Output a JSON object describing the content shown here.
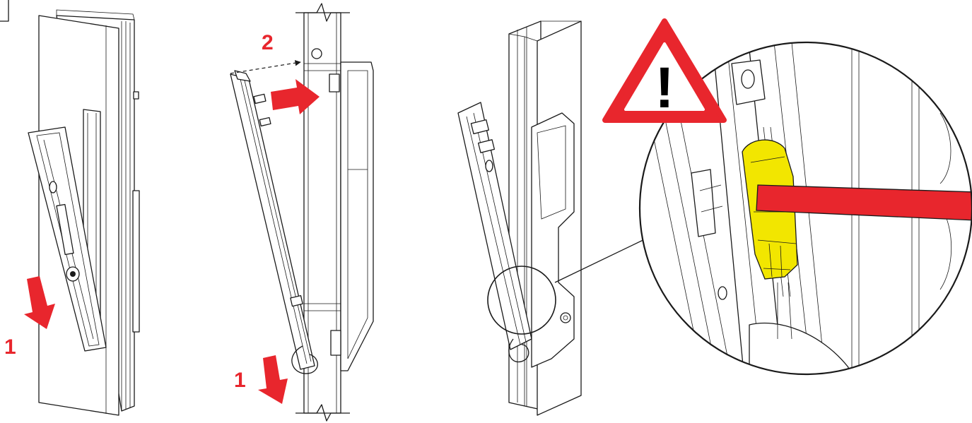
{
  "colors": {
    "accent_red": "#e8262d",
    "highlight_yellow": "#f2e600",
    "line": "#1a1a1a",
    "background": "#ffffff"
  },
  "steps": {
    "panel1_step1": "1",
    "panel2_step1": "1",
    "panel2_step2": "2"
  },
  "warning": {
    "symbol": "!",
    "icon": "warning-triangle-icon"
  }
}
